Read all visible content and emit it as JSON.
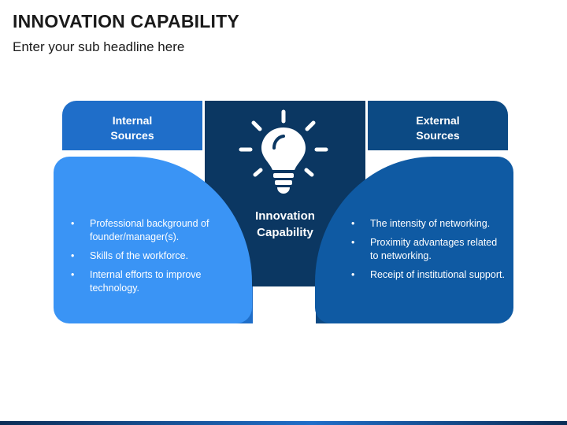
{
  "header": {
    "title": "INNOVATION CAPABILITY",
    "subtitle": "Enter your sub headline here"
  },
  "left": {
    "label_line1": "Internal",
    "label_line2": "Sources",
    "items": [
      "Professional background of founder/manager(s).",
      "Skills of the workforce.",
      "Internal efforts to improve technology."
    ]
  },
  "center": {
    "label_line1": "Innovation",
    "label_line2": "Capability",
    "icon": "lightbulb-icon"
  },
  "right": {
    "label_line1": "External",
    "label_line2": "Sources",
    "items": [
      "The intensity of networking.",
      "Proximity advantages related to networking.",
      "Receipt of institutional support."
    ]
  },
  "colors": {
    "left_tab": "#1f6ec9",
    "left_card": "#3a94f5",
    "center": "#0b3762",
    "right_tab": "#0c4a84",
    "right_card": "#0f5aa3"
  }
}
